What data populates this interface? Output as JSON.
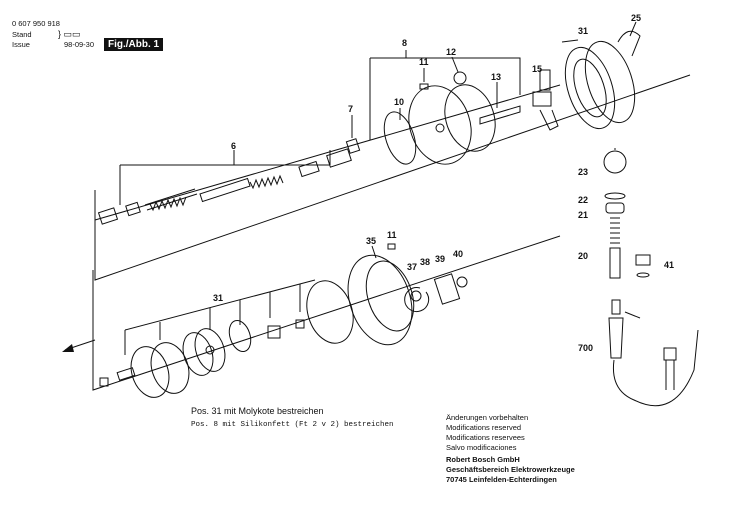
{
  "header": {
    "part_number": "0 607 950 918",
    "stand_label": "Stand",
    "issue_label": "Issue",
    "issue_date": "98-09-30",
    "figure_label": "Fig./Abb. 1"
  },
  "callouts": {
    "c6": "6",
    "c7": "7",
    "c8": "8",
    "c10": "10",
    "c11a": "11",
    "c12": "12",
    "c13": "13",
    "c15": "15",
    "c31a": "31",
    "c25": "25",
    "c23": "23",
    "c22": "22",
    "c21": "21",
    "c20": "20",
    "c41": "41",
    "c700": "700",
    "c35": "35",
    "c11b": "11",
    "c37": "37",
    "c38": "38",
    "c39": "39",
    "c40": "40",
    "c31b": "31"
  },
  "notes": {
    "line1": "Pos. 31 mit Molykote bestreichen",
    "line2": "Pos. 8 mit Silikonfett (Ft 2 v 2) bestreichen"
  },
  "imprint": {
    "mod_de": "Änderungen vorbehalten",
    "mod_en": "Modifications reserved",
    "mod_fr": "Modifications reservees",
    "mod_es": "Salvo modificaciones",
    "company": "Robert Bosch GmbH",
    "division": "Geschäftsbereich Elektrowerkzeuge",
    "address": "70745 Leinfelden-Echterdingen"
  }
}
